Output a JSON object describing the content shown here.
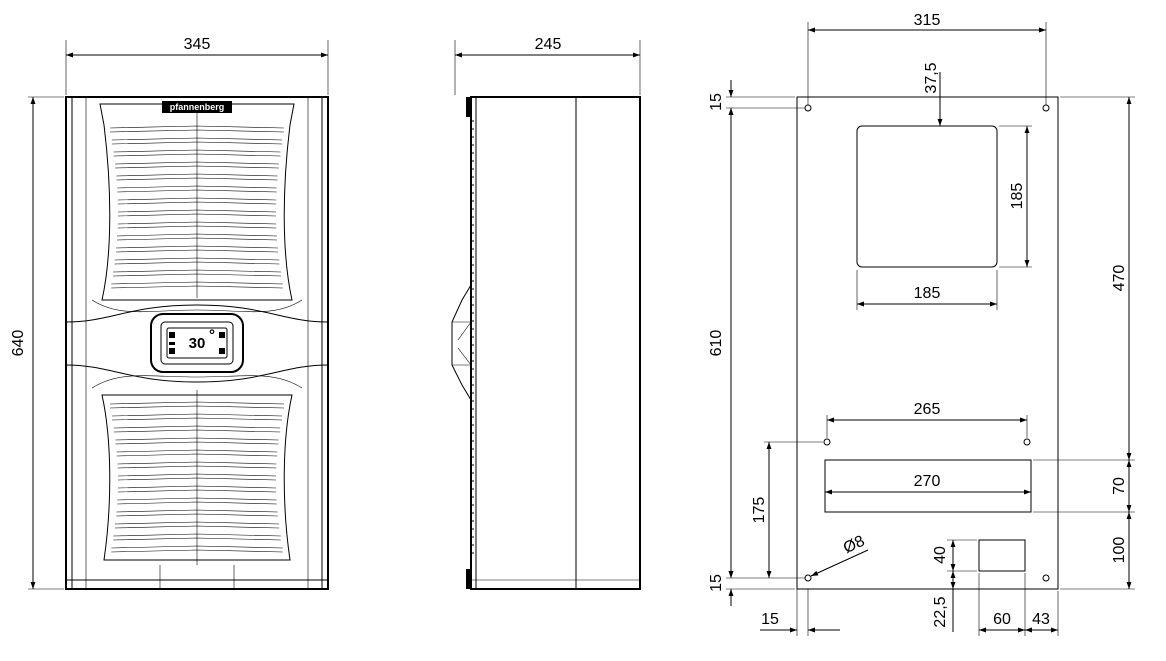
{
  "front_view": {
    "brand": "pfannenberg",
    "display_value": "30",
    "display_unit": "°",
    "dim_width": "345",
    "dim_height": "640"
  },
  "side_view": {
    "dim_depth": "245"
  },
  "cutout_drawing": {
    "dims": {
      "overall_width": "315",
      "top_offset_upper_cutout": "37,5",
      "upper_cutout_height": "185",
      "upper_cutout_width": "185",
      "top_hole_margin": "15",
      "hole_pitch_vertical": "610",
      "upper_section_height": "470",
      "lower_hole_spacing": "265",
      "lower_cutout_width": "270",
      "lower_cutout_height": "70",
      "lower_hole_height": "175",
      "bottom_offset": "100",
      "hole_diameter": "Ø8",
      "bottom_hole_margin": "15",
      "left_margin": "15",
      "small_cutout_height": "40",
      "small_cutout_offset": "22,5",
      "small_cutout_width": "60",
      "small_cutout_right": "43"
    }
  }
}
